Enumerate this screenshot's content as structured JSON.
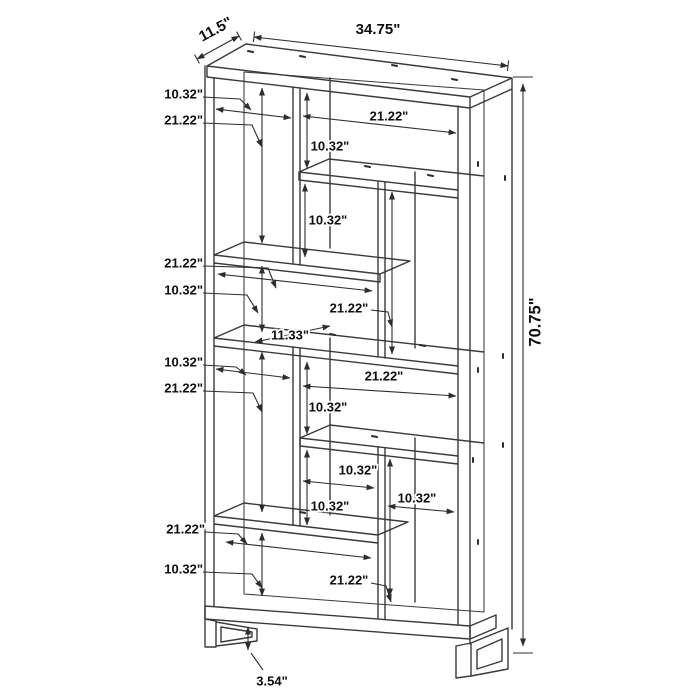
{
  "diagram": {
    "type": "furniture-dimension-drawing",
    "subject": "bookcase",
    "background_color": "#ffffff",
    "line_color": "#3a3a3a",
    "text_color": "#0e0e0e"
  },
  "labels": {
    "depth": "11.5\"",
    "width": "34.75\"",
    "height": "70.75\"",
    "leg_height": "3.54\"",
    "left": [
      "10.32\"",
      "21.22\"",
      "21.22\"",
      "10.32\"",
      "10.32\"",
      "21.22\"",
      "21.22\"",
      "10.32\""
    ],
    "middle": [
      "21.22\"",
      "10.32\"",
      "10.32\"",
      "21.22\"",
      "11.33\"",
      "21.22\"",
      "10.32\"",
      "10.32\"",
      "10.32\"",
      "10.32\"",
      "21.22\""
    ]
  }
}
